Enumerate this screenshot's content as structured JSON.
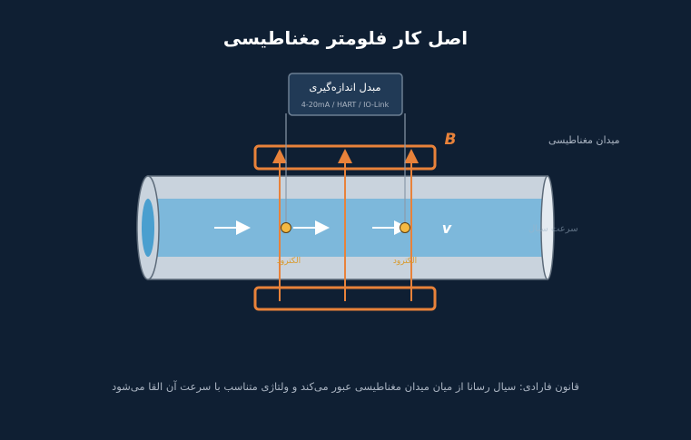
{
  "title": "اصل کار فلومتر مغناطیسی",
  "transmitter": {
    "title": "مبدل اندازه‌گیری",
    "protocols": "4-20mA / HART / IO-Link"
  },
  "magnetic_field": {
    "symbol": "B",
    "label": "میدان مغناطیسی"
  },
  "flow": {
    "symbol": "v",
    "label": "سرعت سیال"
  },
  "electrodes": {
    "left_label": "الکترود",
    "right_label": "الکترود"
  },
  "footer": "قانون فارادی: سیال رسانا از میان میدان مغناطیسی عبور می‌کند و ولتاژی متناسب با سرعت آن القا می‌شود",
  "colors": {
    "background": "#0f1f33",
    "accent_orange": "#e8823a",
    "electrode_yellow": "#f4b942",
    "fluid_blue": "#7db8db",
    "pipe_gray": "#c9d3dd"
  }
}
